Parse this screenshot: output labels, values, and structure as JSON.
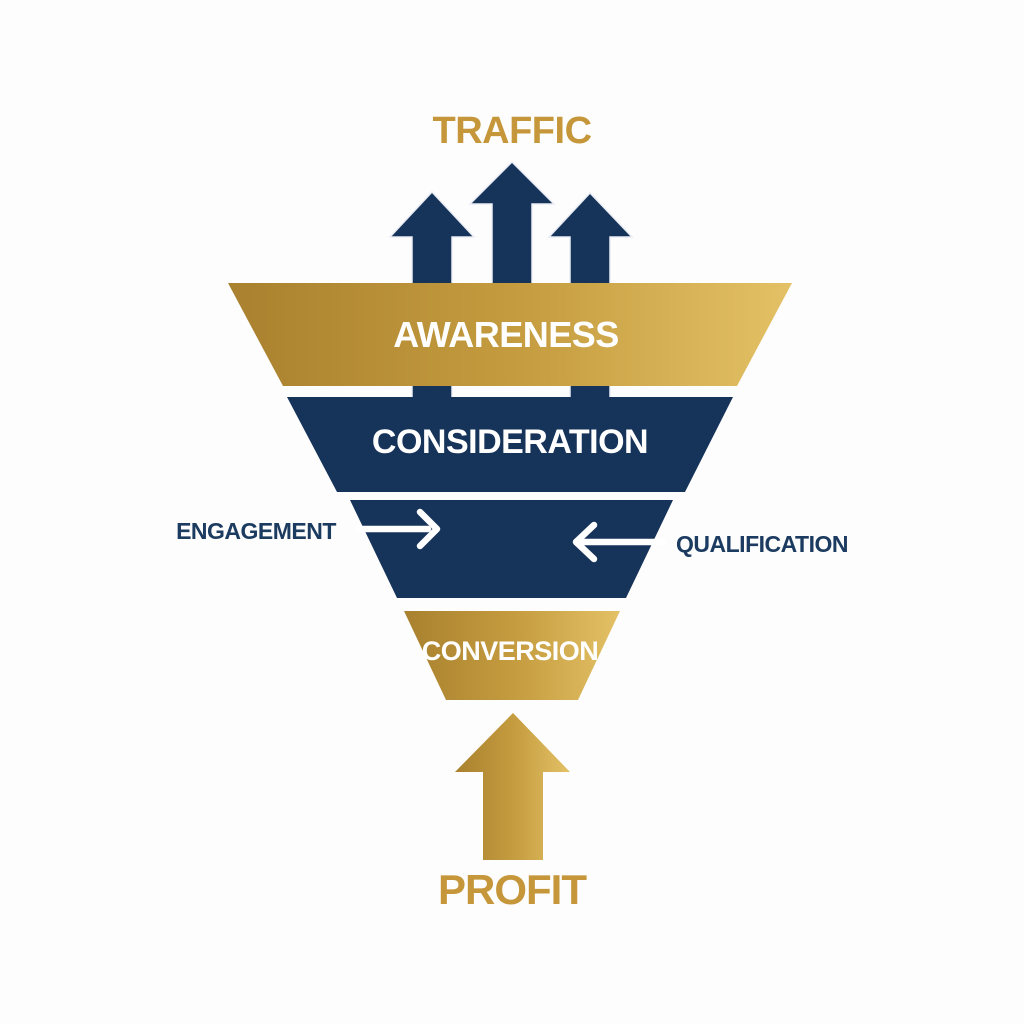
{
  "diagram": {
    "type": "inverted-funnel",
    "top_label": "TRAFFIC",
    "bottom_label": "PROFIT",
    "funnel_levels": [
      {
        "label": "AWARENESS",
        "color_key": "gold"
      },
      {
        "label": "CONSIDERATION",
        "color_key": "navy"
      },
      {
        "label": "",
        "color_key": "navy"
      },
      {
        "label": "CONVERSION",
        "color_key": "gold"
      }
    ],
    "side_labels": {
      "left": "ENGAGEMENT",
      "right": "QUALIFICATION"
    },
    "icons": {
      "top": "three-up-arrows-icon (navy, into funnel top)",
      "bottom": "up-arrow-icon (gold, out of funnel bottom)",
      "level3_left": "right-arrow-icon (white, pointing into funnel)",
      "level3_right": "left-arrow-icon (white, pointing into funnel)"
    },
    "colors": {
      "navy": "#16335A",
      "gold": "#C49B3E",
      "gold_dark": "#A9812F",
      "gold_light": "#E4C166",
      "title_gold": "#C6973A",
      "label_navy": "#1C3B60",
      "band_text": "#FFFFFF",
      "background": "#FDFDFD"
    }
  }
}
